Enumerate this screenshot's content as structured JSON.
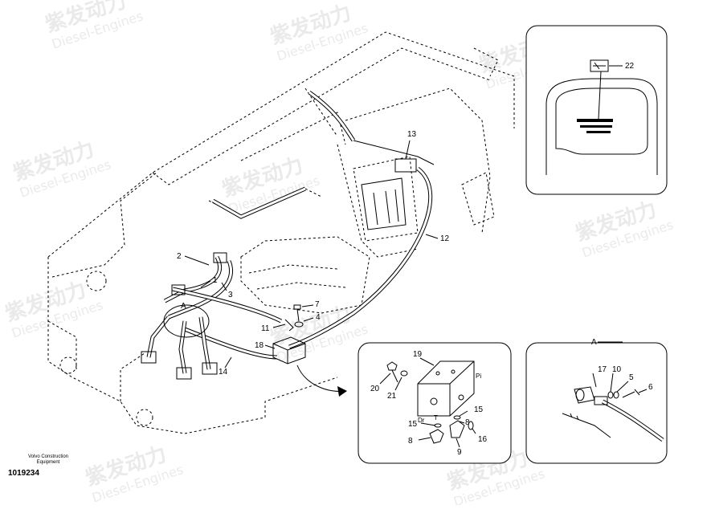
{
  "watermark": {
    "cn": "紫发动力",
    "en": "Diesel-Engines"
  },
  "footer": {
    "brand_line1": "Volvo Construction",
    "brand_line2": "Equipment",
    "part_number": "1019234"
  },
  "detail_label": "A",
  "inset_detail": {
    "title": "A",
    "callouts": [
      "17",
      "10",
      "5",
      "6"
    ]
  },
  "inset_cab": {
    "callouts": [
      "22"
    ]
  },
  "inset_block": {
    "callouts": [
      "19",
      "20",
      "21",
      "15",
      "15",
      "8",
      "8",
      "16",
      "9"
    ],
    "text_dr": "Dr",
    "text_t": "T",
    "text_pi": "Pi"
  },
  "main_callouts": [
    "2",
    "1",
    "3",
    "13",
    "12",
    "7",
    "4",
    "11",
    "18",
    "14"
  ]
}
